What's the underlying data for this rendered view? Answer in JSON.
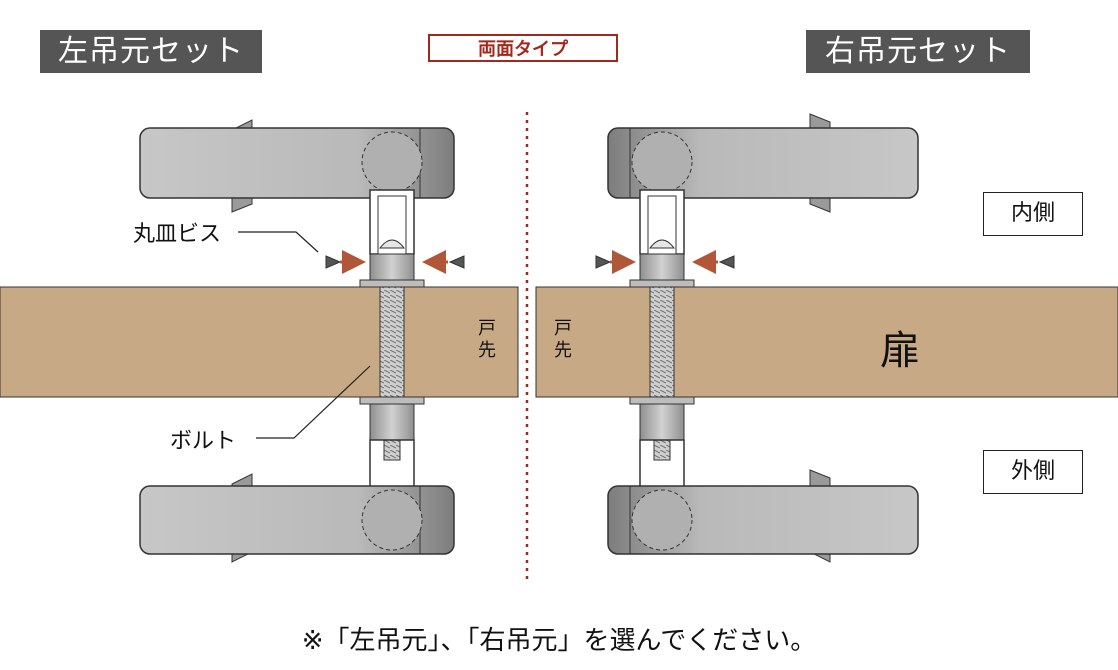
{
  "header": {
    "left_title": "左吊元セット",
    "right_title": "右吊元セット",
    "type_label": "両面タイプ"
  },
  "labels": {
    "inner_side": "内側",
    "outer_side": "外側",
    "screw": "丸皿ビス",
    "bolt": "ボルト",
    "door_edge_left": [
      "戸",
      "先"
    ],
    "door_edge_right": [
      "戸",
      "先"
    ],
    "door": "扉"
  },
  "footer_note": "※「左吊元」、「右吊元」を選んでください。",
  "colors": {
    "door_wood": "#c8a985",
    "banner_bg": "#555555",
    "accent_red": "#a0291e",
    "arrow_brown": "#b0573a",
    "metal": "#b5b5b5"
  }
}
